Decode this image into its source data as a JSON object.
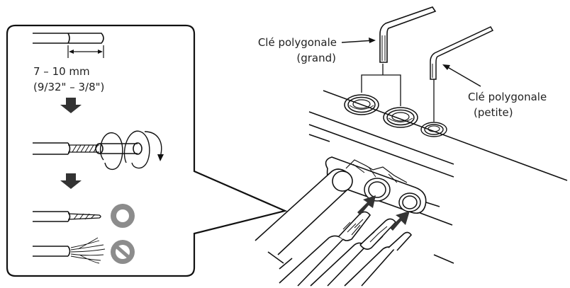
{
  "callout": {
    "strip_length_metric": "7 – 10 mm",
    "strip_length_imperial": "(9/32\" – 3/8\")",
    "ok_symbol": "ring-ok-icon",
    "ng_symbol": "prohibited-icon"
  },
  "labels": {
    "wrench_large_line1": "Clé polygonale",
    "wrench_large_line2": "(grand)",
    "wrench_small_line1": "Clé polygonale",
    "wrench_small_line2": "(petite)"
  },
  "colors": {
    "line": "#111111",
    "symbol_gray": "#8c8c8c",
    "arrow_dark": "#333333"
  }
}
